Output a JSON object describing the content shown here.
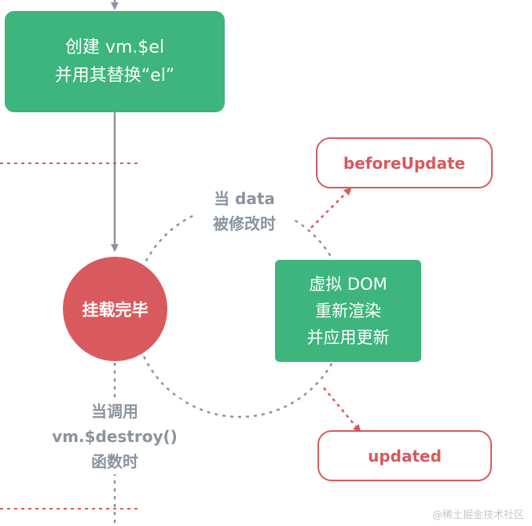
{
  "nodes": {
    "create_el": {
      "line1": "创建 vm.$el",
      "line2": "并用其替换“el”"
    },
    "mounted": {
      "label": "挂载完毕"
    },
    "before_update": {
      "label": "beforeUpdate"
    },
    "virtual_dom": {
      "line1": "虚拟 DOM",
      "line2": "重新渲染",
      "line3": "并应用更新"
    },
    "updated": {
      "label": "updated"
    }
  },
  "labels": {
    "data_changed": {
      "line1": "当 data",
      "line2": "被修改时"
    },
    "destroy_called": {
      "line1": "当调用",
      "line2": "vm.$destroy()",
      "line3": "函数时"
    }
  },
  "watermark": "@稀土掘金技术社区",
  "colors": {
    "green": "#3db57c",
    "red": "#d95a5e",
    "red_outline": "#d8595c",
    "gray_arrow": "#8a949e",
    "gray_text": "#8a949e"
  }
}
